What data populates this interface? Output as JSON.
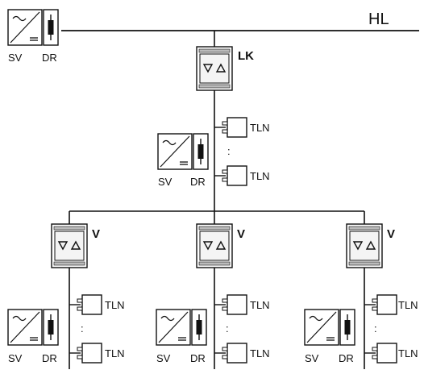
{
  "diagram": {
    "main_line_label": "HL",
    "top_supply": {
      "sv": "SV",
      "dr": "DR"
    },
    "distributor": {
      "label": "LK"
    },
    "mid_supply": {
      "sv": "SV",
      "dr": "DR"
    },
    "mid_outlets": [
      "TLN",
      "TLN"
    ],
    "amplifiers": [
      {
        "label": "V",
        "supply": {
          "sv": "SV",
          "dr": "DR"
        },
        "outlets": [
          "TLN",
          "TLN"
        ]
      },
      {
        "label": "V",
        "supply": {
          "sv": "SV",
          "dr": "DR"
        },
        "outlets": [
          "TLN",
          "TLN"
        ]
      },
      {
        "label": "V",
        "supply": {
          "sv": "SV",
          "dr": "DR"
        },
        "outlets": [
          "TLN",
          "TLN"
        ]
      }
    ],
    "ellipsis": ":"
  },
  "colors": {
    "line": "#111111",
    "box_fill": "#ffffff",
    "module_fill": "#e8e8e8"
  }
}
